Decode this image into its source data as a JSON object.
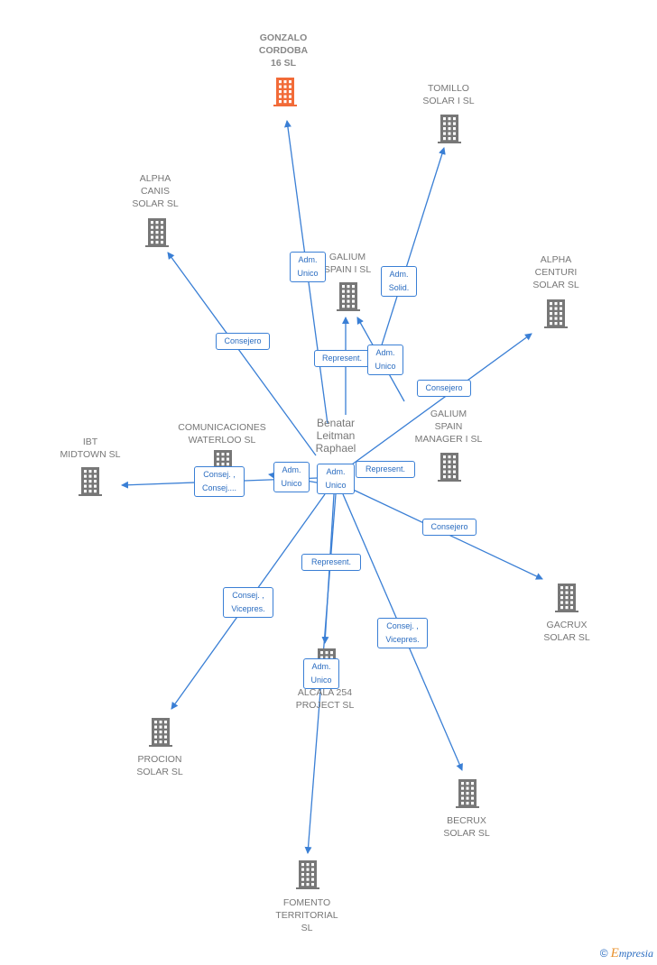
{
  "person": {
    "name": "Benatar\nLeitman\nRaphael"
  },
  "companies": [
    {
      "id": "gonzalo",
      "name": "GONZALO\nCORDOBA\n16  SL",
      "focus": true
    },
    {
      "id": "tomillo",
      "name": "TOMILLO\nSOLAR I  SL"
    },
    {
      "id": "alpha_canis",
      "name": "ALPHA\nCANIS\nSOLAR  SL"
    },
    {
      "id": "galium",
      "name": "GALIUM\nSPAIN I  SL"
    },
    {
      "id": "alpha_centuri",
      "name": "ALPHA\nCENTURI\nSOLAR  SL"
    },
    {
      "id": "galium_mgr",
      "name": "GALIUM\nSPAIN\nMANAGER I  SL"
    },
    {
      "id": "comunicaciones",
      "name": "COMUNICACIONES\nWATERLOO SL"
    },
    {
      "id": "ibt",
      "name": "IBT\nMIDTOWN  SL"
    },
    {
      "id": "gacrux",
      "name": "GACRUX\nSOLAR  SL"
    },
    {
      "id": "alcala",
      "name": "ALCALA 254\nPROJECT  SL"
    },
    {
      "id": "procion",
      "name": "PROCION\nSOLAR  SL"
    },
    {
      "id": "becrux",
      "name": "BECRUX\nSOLAR  SL"
    },
    {
      "id": "fomento",
      "name": "FOMENTO\nTERRITORIAL\nSL"
    }
  ],
  "edge_labels": [
    {
      "id": "e_gonzalo",
      "text": "Adm.\nUnico"
    },
    {
      "id": "e_tomillo",
      "text": "Adm.\nSolid."
    },
    {
      "id": "e_alpha_canis",
      "text": "Consejero"
    },
    {
      "id": "e_galium_rep",
      "text": "Represent."
    },
    {
      "id": "e_galium_adm",
      "text": "Adm.\nUnico"
    },
    {
      "id": "e_alpha_centuri",
      "text": "Consejero"
    },
    {
      "id": "e_galium_mgr",
      "text": "Represent."
    },
    {
      "id": "e_comunicaciones",
      "text": "Adm.\nUnico"
    },
    {
      "id": "e_ibt",
      "text": "Consej. ,\nConsej...."
    },
    {
      "id": "e_gacrux",
      "text": "Consejero"
    },
    {
      "id": "e_alcala_rep",
      "text": "Represent."
    },
    {
      "id": "e_procion",
      "text": "Consej. ,\nVicepres."
    },
    {
      "id": "e_becrux",
      "text": "Consej. ,\nVicepres."
    },
    {
      "id": "e_alcala_adm",
      "text": "Adm.\nUnico"
    },
    {
      "id": "e_center",
      "text": "Adm.\nUnico"
    }
  ],
  "colors": {
    "edge": "#3a7fd5",
    "building": "#777777",
    "focus_building": "#f26b38"
  },
  "footer": {
    "copyright": "©",
    "brand_first": "E",
    "brand_rest": "mpresia"
  }
}
